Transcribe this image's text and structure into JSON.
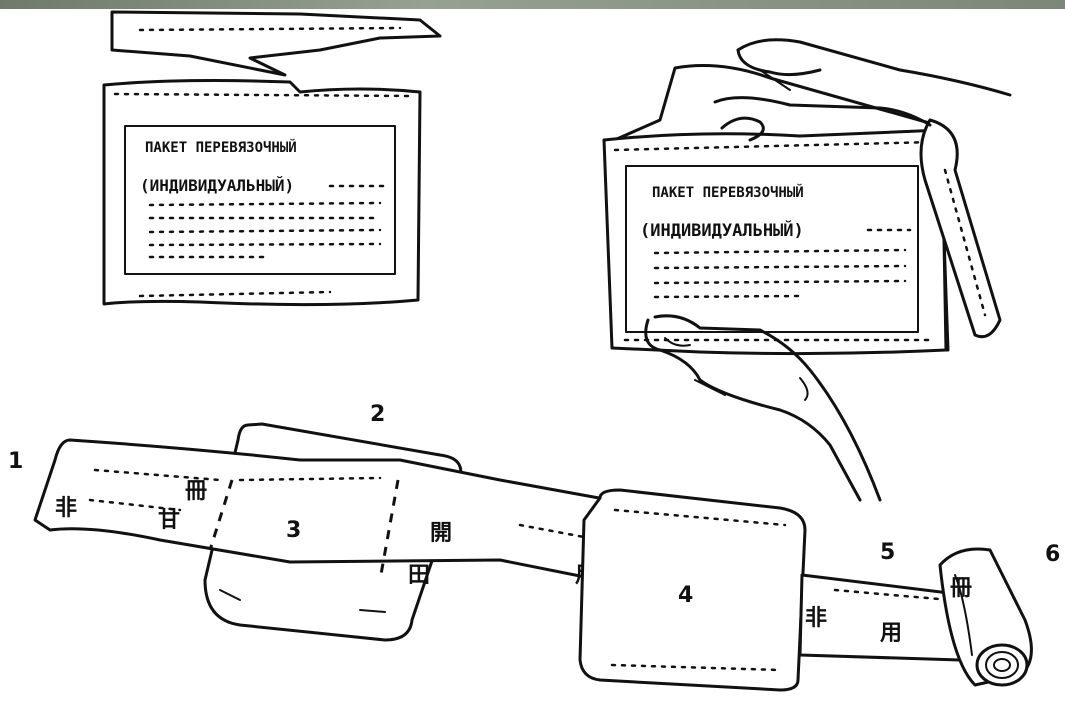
{
  "package_left": {
    "title_line1": "ПАКЕТ ПЕРЕВЯЗОЧНЫЙ",
    "title_line2": "(ИНДИВИДУАЛЬНЫЙ)"
  },
  "package_right": {
    "title_line1": "ПАКЕТ ПЕРЕВЯЗОЧНЫЙ",
    "title_line2": "(ИНДИВИДУАЛЬНЫЙ)"
  },
  "labels": {
    "n1": "1",
    "n2": "2",
    "n3": "3",
    "n4": "4",
    "n5": "5",
    "n6": "6"
  }
}
